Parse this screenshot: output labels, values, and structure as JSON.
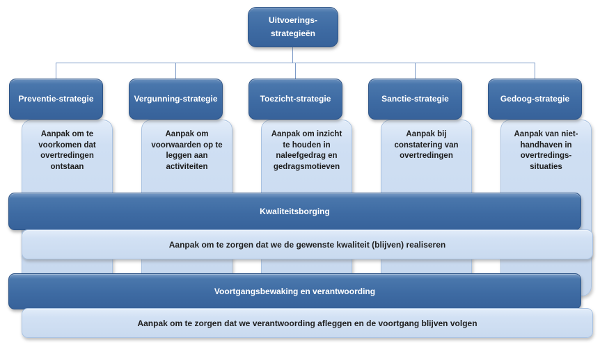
{
  "diagram": {
    "root_label": "Uitvoerings-strategieën",
    "columns": [
      {
        "title": "Preventie-strategie",
        "description": "Aanpak om te voorkomen dat overtredingen ontstaan"
      },
      {
        "title": "Vergunning-strategie",
        "description": "Aanpak om voorwaarden op te leggen aan activiteiten"
      },
      {
        "title": "Toezicht-strategie",
        "description": "Aanpak om inzicht te houden in naleefgedrag en gedragsmotieven"
      },
      {
        "title": "Sanctie-strategie",
        "description": "Aanpak bij constatering van overtredingen"
      },
      {
        "title": "Gedoog-strategie",
        "description": "Aanpak van niet-handhaven in overtredings-situaties"
      }
    ],
    "bands": [
      {
        "title": "Kwaliteitsborging",
        "description": "Aanpak om te zorgen dat we de gewenste kwaliteit (blijven) realiseren"
      },
      {
        "title": "Voortgangsbewaking en verantwoording",
        "description": "Aanpak om te zorgen dat we verantwoording afleggen en de voortgang blijven volgen"
      }
    ],
    "colors": {
      "dark_blue": "#3e6ba3",
      "light_blue": "#cdddf1",
      "connector": "#7d9bc8",
      "text_on_dark": "#ffffff",
      "text_on_light": "#1f1f1f"
    }
  }
}
